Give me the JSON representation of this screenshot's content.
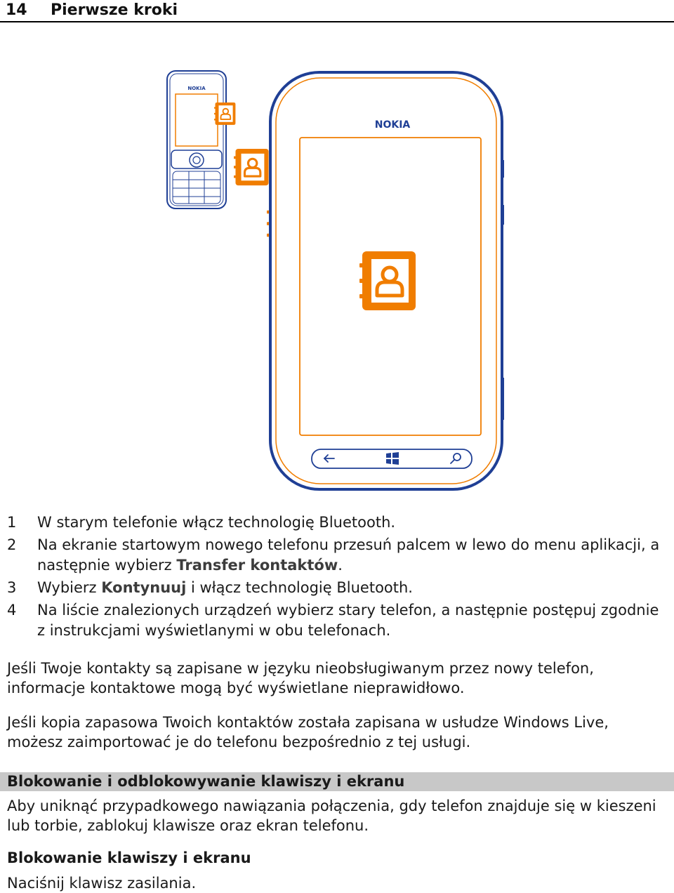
{
  "header": {
    "page_number": "14",
    "title": "Pierwsze kroki"
  },
  "illustration": {
    "old_phone_brand": "NOKIA",
    "new_phone_brand": "NOKIA",
    "accent_color": "#f07d00",
    "phone_outline_color": "#1f3f95",
    "icons": [
      "contacts-book-icon",
      "back-arrow-icon",
      "windows-logo-icon",
      "search-icon"
    ]
  },
  "steps": [
    {
      "num": "1",
      "text": "W starym telefonie włącz technologię Bluetooth."
    },
    {
      "num": "2",
      "text_before": "Na ekranie startowym nowego telefonu przesuń palcem w lewo do menu aplikacji, a następnie wybierz ",
      "bold": "Transfer kontaktów",
      "text_after": "."
    },
    {
      "num": "3",
      "text_before": "Wybierz ",
      "bold": "Kontynuuj",
      "text_after": " i włącz technologię Bluetooth."
    },
    {
      "num": "4",
      "text": "Na liście znalezionych urządzeń wybierz stary telefon, a następnie postępuj zgodnie z instrukcjami wyświetlanymi w obu telefonach."
    }
  ],
  "paragraphs": {
    "unsupported_language": "Jeśli Twoje kontakty są zapisane w języku nieobsługiwanym przez nowy telefon, informacje kontaktowe mogą być wyświetlane nieprawidłowo.",
    "windows_live": "Jeśli kopia zapasowa Twoich kontaktów została zapisana w usłudze Windows Live, możesz zaimportować je do telefonu bezpośrednio z tej usługi."
  },
  "section": {
    "title": "Blokowanie i odblokowywanie klawiszy i ekranu",
    "intro": "Aby uniknąć przypadkowego nawiązania połączenia, gdy telefon znajduje się w kieszeni lub torbie, zablokuj klawisze oraz ekran telefonu.",
    "subheading": "Blokowanie klawiszy i ekranu",
    "instruction": "Naciśnij klawisz zasilania."
  }
}
